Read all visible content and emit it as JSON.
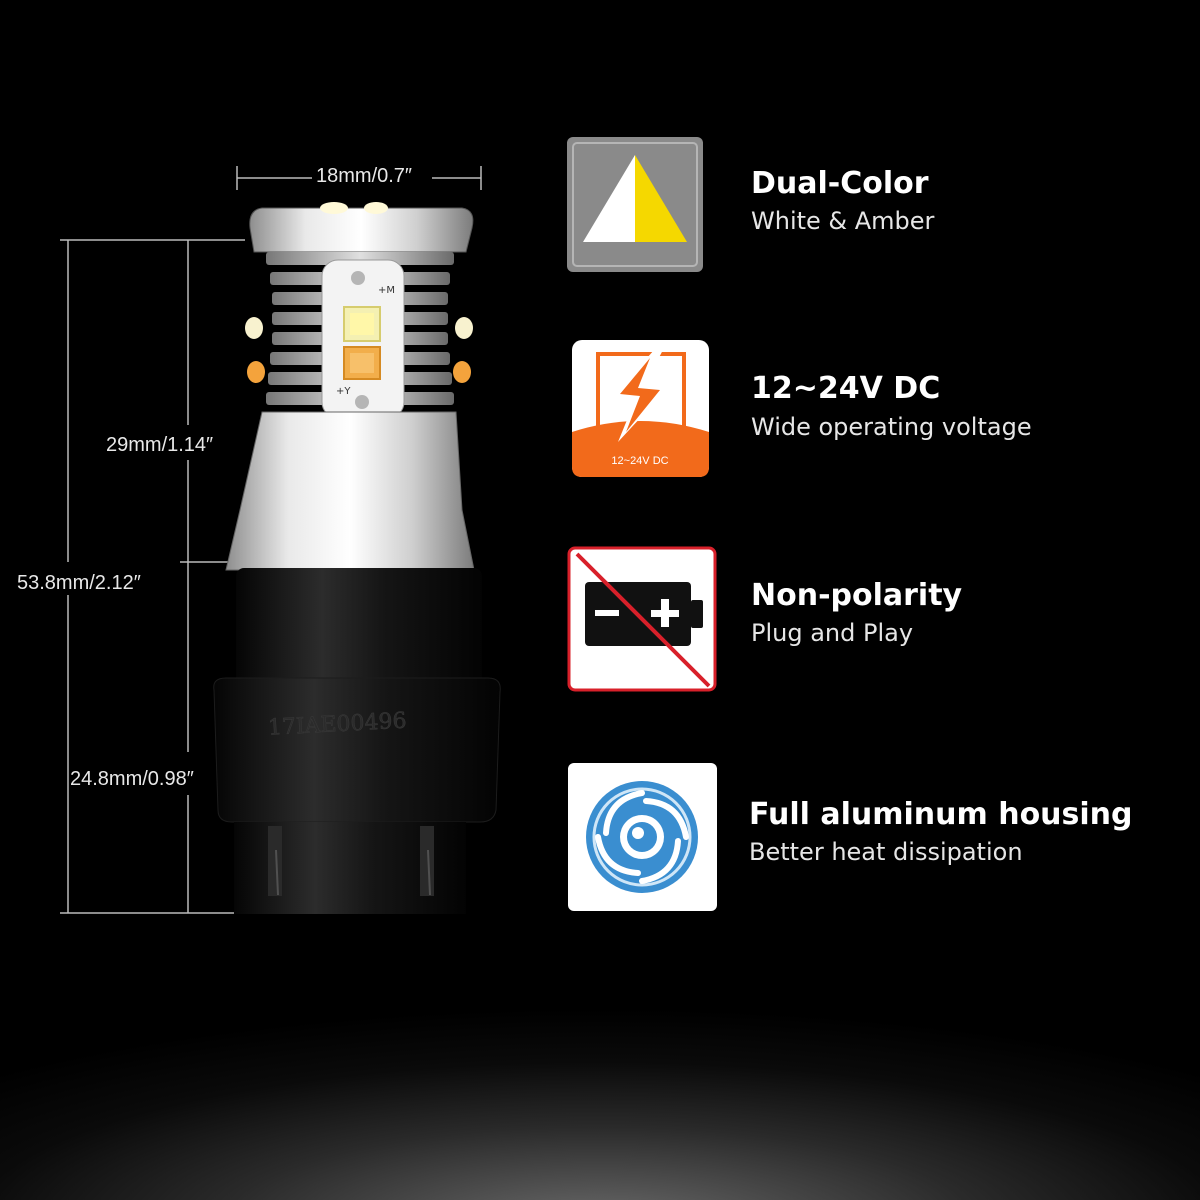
{
  "dimensions": {
    "width_label": "18mm/0.7″",
    "upper_height_label": "29mm/1.14″",
    "total_height_label": "53.8mm/2.12″",
    "base_height_label": "24.8mm/0.98″"
  },
  "product": {
    "base_marking": "17IAE00496",
    "led_marks": [
      "+M",
      "+Y"
    ]
  },
  "features": [
    {
      "icon": "dual-color-triangle-icon",
      "title": "Dual-Color",
      "subtitle": "White & Amber",
      "colors": [
        "#ffffff",
        "#f5d800"
      ]
    },
    {
      "icon": "voltage-bolt-icon",
      "title": "12~24V DC",
      "subtitle": "Wide operating voltage",
      "icon_caption": "12~24V DC",
      "colors": [
        "#f26a1b"
      ]
    },
    {
      "icon": "no-polarity-battery-icon",
      "title": "Non-polarity",
      "subtitle": "Plug and Play",
      "colors": [
        "#d8202a"
      ]
    },
    {
      "icon": "heat-dissipation-swirl-icon",
      "title": "Full aluminum housing",
      "subtitle": "Better heat dissipation",
      "colors": [
        "#3a8ed0"
      ]
    }
  ]
}
